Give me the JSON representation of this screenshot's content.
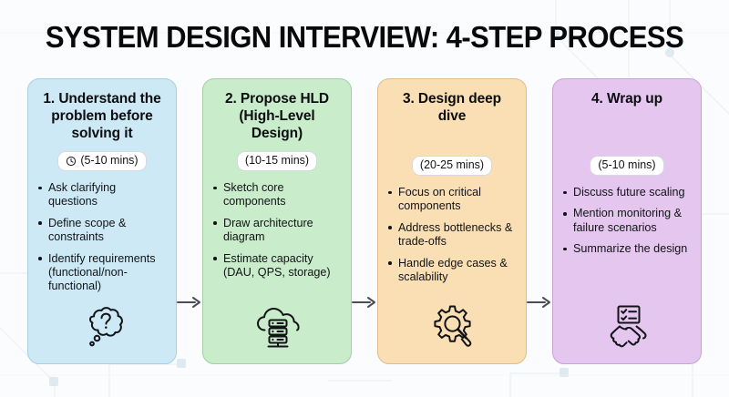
{
  "title": "SYSTEM DESIGN INTERVIEW: 4-STEP PROCESS",
  "colors": {
    "card1_bg": "#cde9f5",
    "card2_bg": "#c9ecca",
    "card3_bg": "#fadfb4",
    "card4_bg": "#e4c6ef",
    "page_bg": "#fbfcfd",
    "text": "#111317",
    "arrow": "#4a4f57",
    "badge_bg": "#ffffff"
  },
  "steps": [
    {
      "heading": "1. Understand the problem before solving it",
      "duration": "(5-10 mins)",
      "has_clock_icon": true,
      "clock_icon": "clock-icon",
      "bullets": [
        "Ask clarifying questions",
        "Define scope & constraints",
        "Identify requirements (functional/non-functional)"
      ],
      "icon": "thought-bubble-question-icon"
    },
    {
      "heading": "2. Propose HLD (High-Level Design)",
      "duration": "(10-15 mins)",
      "has_clock_icon": false,
      "bullets": [
        "Sketch core components",
        "Draw architecture diagram",
        "Estimate capacity (DAU, QPS, storage)"
      ],
      "icon": "cloud-server-icon"
    },
    {
      "heading": "3. Design deep dive",
      "duration": "(20-25 mins)",
      "has_clock_icon": false,
      "bullets": [
        "Focus on critical components",
        "Address bottlenecks & trade-offs",
        "Handle edge cases & scalability"
      ],
      "icon": "gear-magnifier-icon"
    },
    {
      "heading": "4. Wrap up",
      "duration": "(5-10 mins)",
      "has_clock_icon": false,
      "bullets": [
        "Discuss future scaling",
        "Mention monitoring & failure scenarios",
        "Summarize the design"
      ],
      "icon": "handshake-checklist-icon"
    }
  ],
  "arrows": [
    {
      "name": "arrow-step1-to-step2"
    },
    {
      "name": "arrow-step2-to-step3"
    },
    {
      "name": "arrow-step3-to-step4"
    }
  ]
}
